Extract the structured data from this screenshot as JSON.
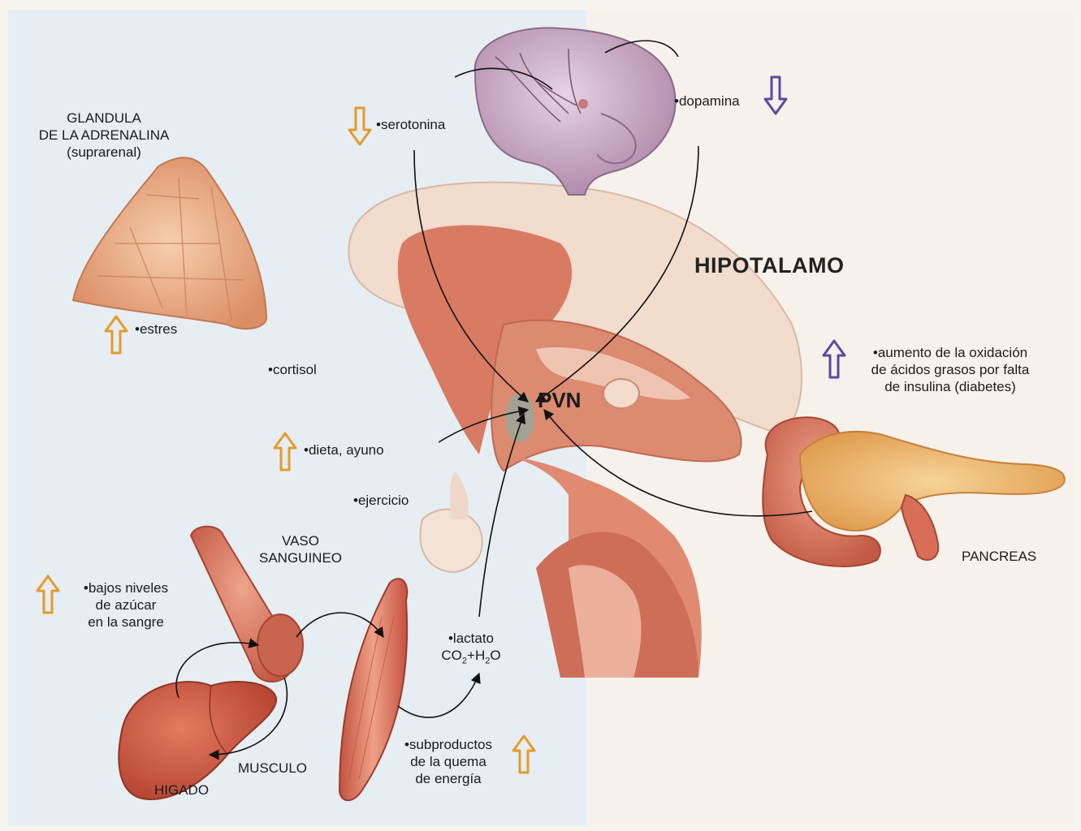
{
  "title": "HIPOTALAMO",
  "pvn": "PVN",
  "labels": {
    "adrenal_gland": [
      "GLANDULA",
      "DE LA ADRENALINA",
      "(suprarenal)"
    ],
    "estres": "•estres",
    "cortisol": "•cortisol",
    "serotonina": "•serotonina",
    "dopamina": "•dopamina",
    "dieta_ayuno": "•dieta, ayuno",
    "ejercicio": "•ejercicio",
    "vaso_sanguineo": [
      "VASO",
      "SANGUINEO"
    ],
    "bajos_niveles": [
      "•bajos niveles",
      "de azúcar",
      "en la sangre"
    ],
    "lactato": "•lactato",
    "co2_h2o": {
      "co": "CO",
      "co_sub": "2",
      "plus_h": "+H",
      "h_sub": "2",
      "o": "O"
    },
    "subproductos": [
      "•subproductos",
      "de la quema",
      "de energía"
    ],
    "musculo": "MUSCULO",
    "higado": "HIGADO",
    "pancreas": "PANCREAS",
    "oxidacion": [
      "•aumento de la oxidación",
      "de ácidos grasos por falta",
      "de insulina (diabetes)"
    ]
  },
  "indicators": {
    "serotonina": {
      "direction": "down",
      "color": "#e59a2c"
    },
    "dopamina": {
      "direction": "down",
      "color": "#5a4aa0"
    },
    "estres": {
      "direction": "up",
      "color": "#e59a2c"
    },
    "dieta_ayuno": {
      "direction": "up",
      "color": "#e59a2c"
    },
    "bajos_niveles": {
      "direction": "up",
      "color": "#e59a2c"
    },
    "subproductos": {
      "direction": "up",
      "color": "#e59a2c"
    },
    "oxidacion": {
      "direction": "up",
      "color": "#5a4aa0"
    }
  },
  "colors": {
    "left_panel": "#e6eef3",
    "tissue": "#d9806a",
    "tissue_dark": "#b5503d",
    "tissue_light": "#f1d6c6",
    "brain": "#c9a9c4",
    "adrenal": "#efb38a",
    "pancreas": "#efb86f"
  }
}
